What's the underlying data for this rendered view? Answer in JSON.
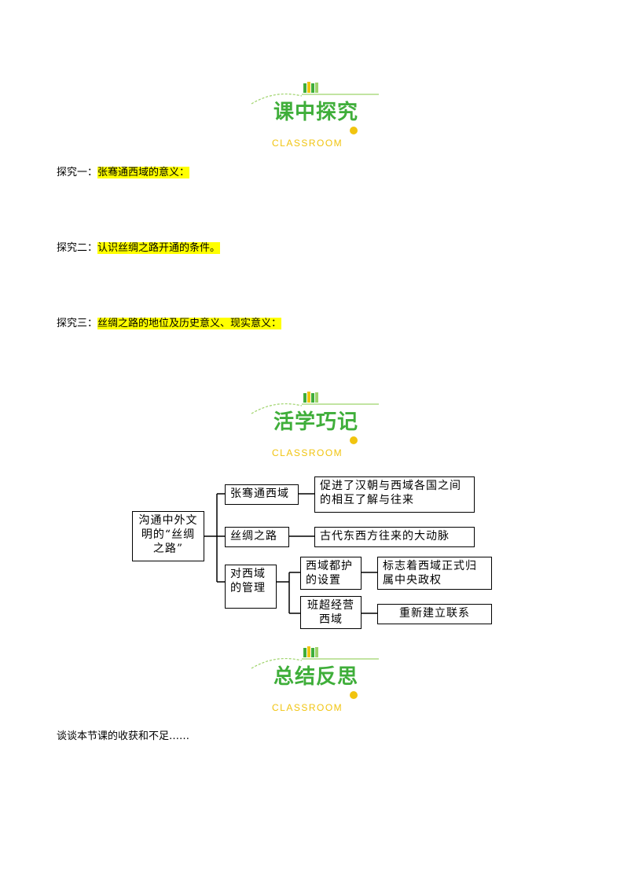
{
  "sections": {
    "classroom": {
      "title": "课中探究",
      "subtitle": "CLASSROOM"
    },
    "memory": {
      "title": "活学巧记",
      "subtitle": "CLASSROOM"
    },
    "summary": {
      "title": "总结反思",
      "subtitle": "CLASSROOM"
    }
  },
  "questions": [
    {
      "label": "探究一：",
      "text": "张骞通西域的意义："
    },
    {
      "label": "探究二：",
      "text": "认识丝绸之路开通的条件。"
    },
    {
      "label": "探究三：",
      "text": "丝绸之路的地位及历史意义、现实意义："
    }
  ],
  "diagram": {
    "root": "沟通中外文明的“丝绸之路”",
    "branch1": "张骞通西域",
    "leaf1": "促进了汉朝与西域各国之间的相互了解与往来",
    "branch2": "丝绸之路",
    "leaf2": "古代东西方往来的大动脉",
    "branch3": "对西域的管理",
    "sub1": "西域都护的设置",
    "sub1_leaf": "标志着西域正式归属中央政权",
    "sub2": "班超经营西域",
    "sub2_leaf": "重新建立联系"
  },
  "closing": "谈谈本节课的收获和不足……",
  "colors": {
    "title_green": "#3fae3a",
    "accent_yellow": "#f1c40f",
    "highlight": "#ffff00"
  }
}
